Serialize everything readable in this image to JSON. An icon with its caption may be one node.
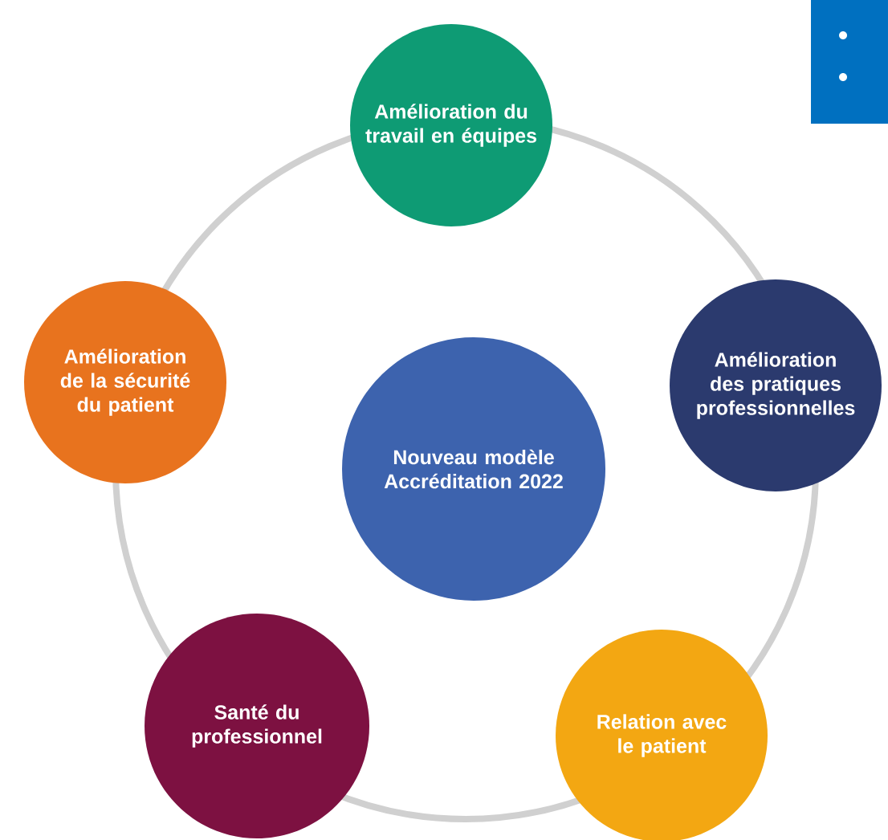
{
  "diagram": {
    "nodes": [
      {
        "text": [
          "Nouveau modèle Accréditation 2022"
        ]
      },
      {
        "text": [
          "Amélioration du travail en équipes"
        ]
      },
      {
        "text": [
          "Amélioration de la sécurité du patient"
        ]
      },
      {
        "text": [
          "Amélioration des pratiques professionnelles"
        ]
      },
      {
        "text": [
          "Santé du professionnel"
        ]
      },
      {
        "text": [
          "Relation avec le patient"
        ]
      }
    ]
  }
}
